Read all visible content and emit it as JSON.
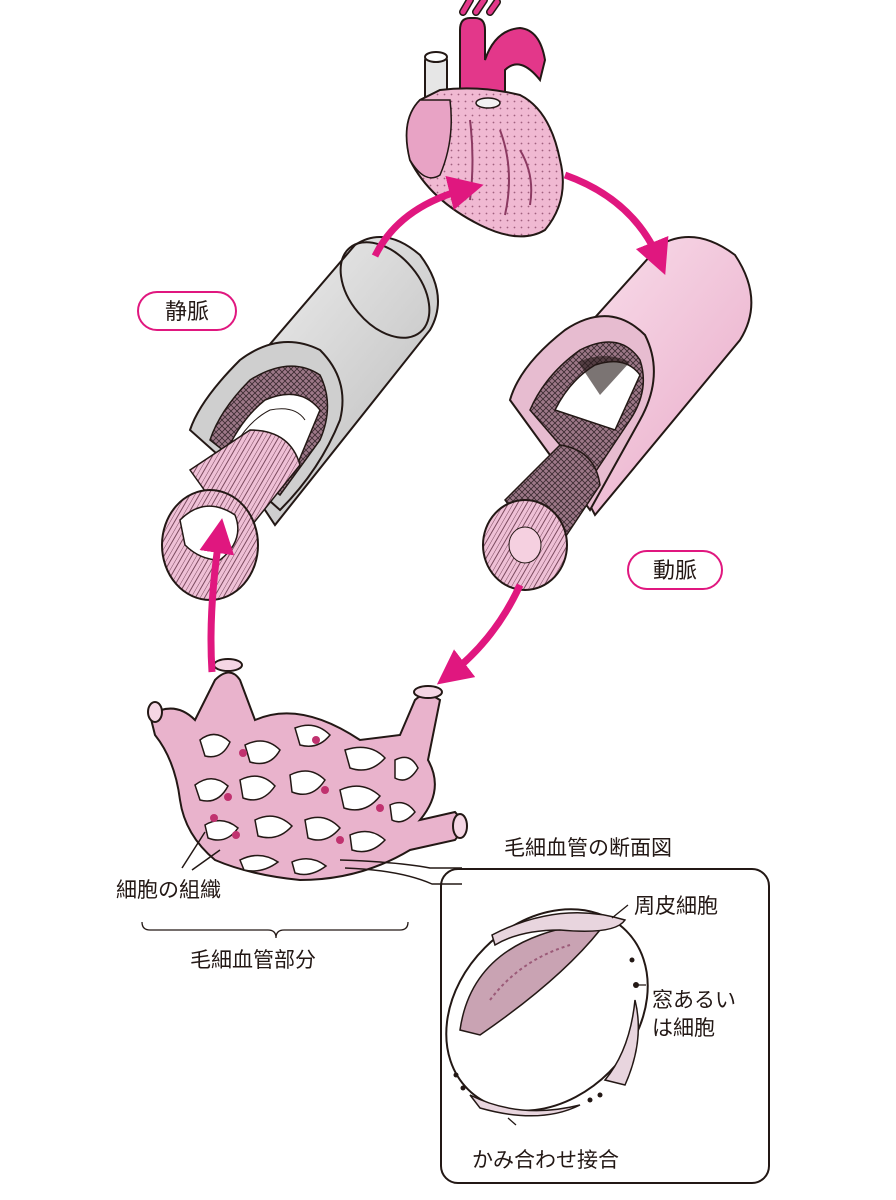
{
  "labels": {
    "vein": "静脈",
    "artery": "動脈",
    "cell_tissue": "細胞の組織",
    "capillary_part": "毛細血管部分",
    "cross_section_title": "毛細血管の断面図",
    "pericyte": "周皮細胞",
    "window_or_cell_1": "窓あるい",
    "window_or_cell_2": "は細胞",
    "interlocking_junction": "かみ合わせ接合"
  },
  "colors": {
    "accent": "#e0177f",
    "tissue_pink": "#e9b3cc",
    "vein_gray": "#d9d9d9",
    "artery_pink": "#f4cde0",
    "outline": "#231815"
  },
  "icons": [
    "heart-illustration",
    "vein-illustration",
    "artery-illustration",
    "capillary-network-illustration",
    "capillary-cross-section-illustration"
  ]
}
